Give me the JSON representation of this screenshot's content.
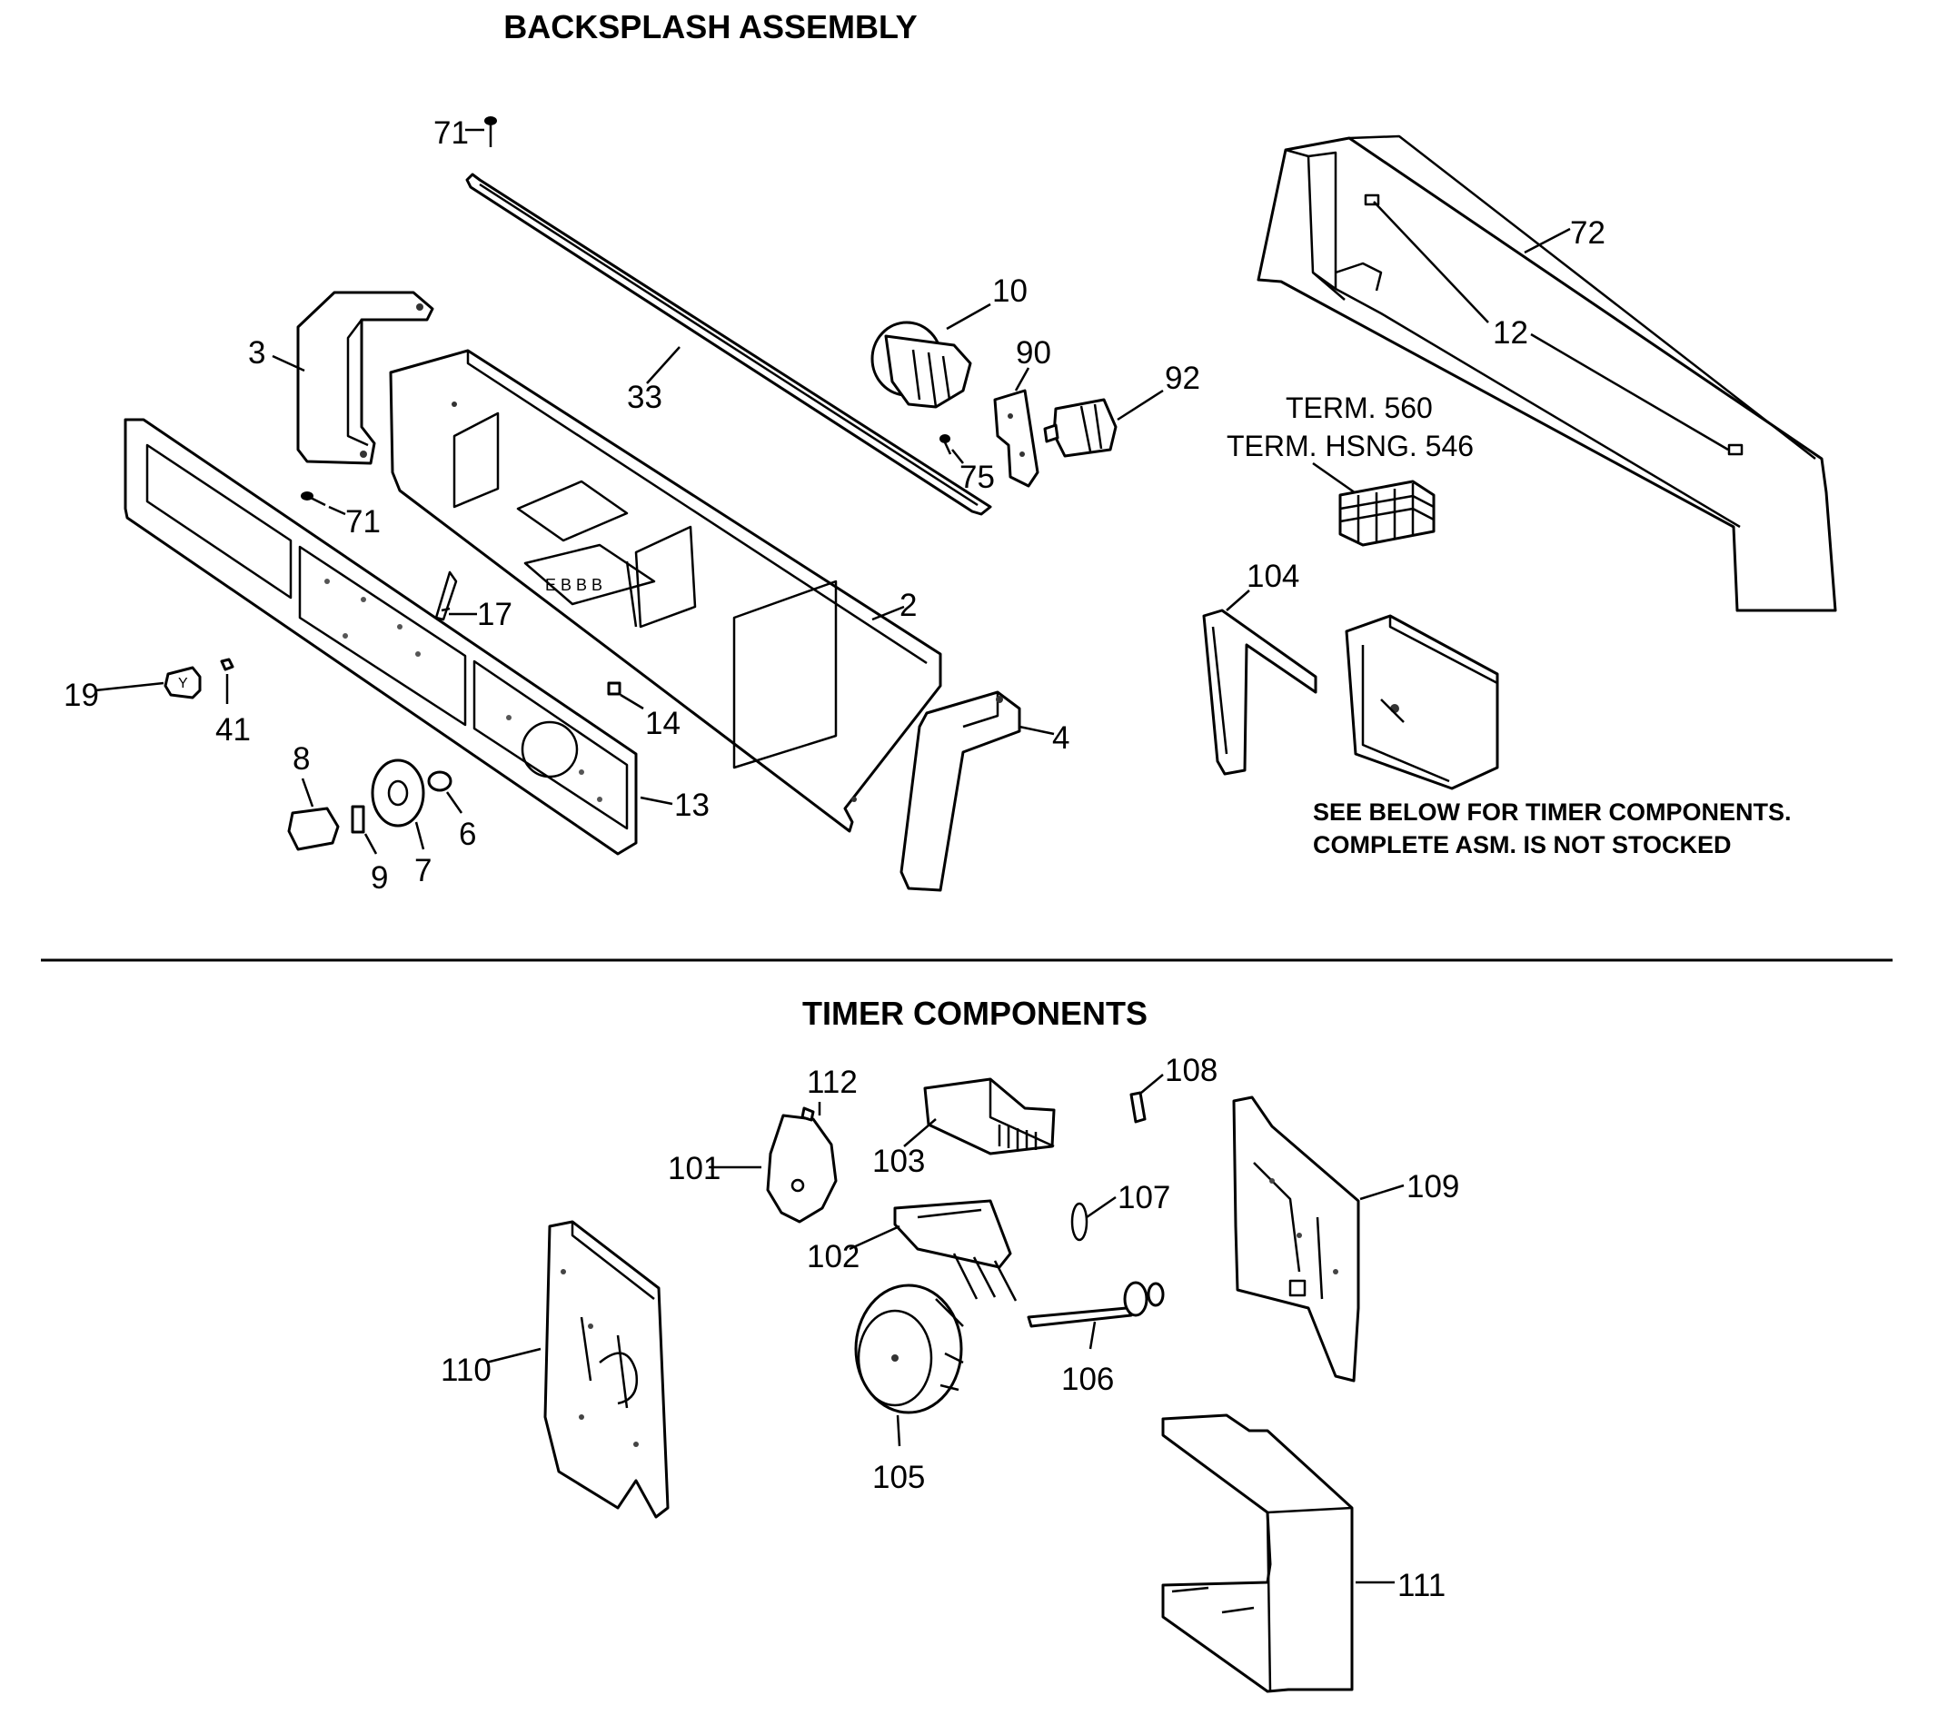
{
  "sections": {
    "backsplash": {
      "title": "BACKSPLASH ASSEMBLY"
    },
    "timer": {
      "title": "TIMER COMPONENTS"
    }
  },
  "notes": {
    "term": "TERM. 560",
    "hsng": "TERM. HSNG. 546",
    "see_below": "SEE BELOW FOR TIMER COMPONENTS.",
    "not_stocked": "COMPLETE ASM. IS NOT STOCKED"
  },
  "callouts": {
    "p71a": "71",
    "p33": "33",
    "p3": "3",
    "p71b": "71",
    "p17": "17",
    "p2": "2",
    "p19": "19",
    "p41": "41",
    "p14": "14",
    "p8": "8",
    "p6": "6",
    "p13": "13",
    "p9": "9",
    "p7": "7",
    "p4": "4",
    "p10": "10",
    "p90": "90",
    "p92": "92",
    "p75": "75",
    "p72": "72",
    "p12": "12",
    "p104": "104",
    "p112": "112",
    "p101": "101",
    "p103": "103",
    "p108": "108",
    "p107": "107",
    "p109": "109",
    "p102": "102",
    "p110": "110",
    "p106": "106",
    "p105": "105",
    "p111": "111"
  }
}
